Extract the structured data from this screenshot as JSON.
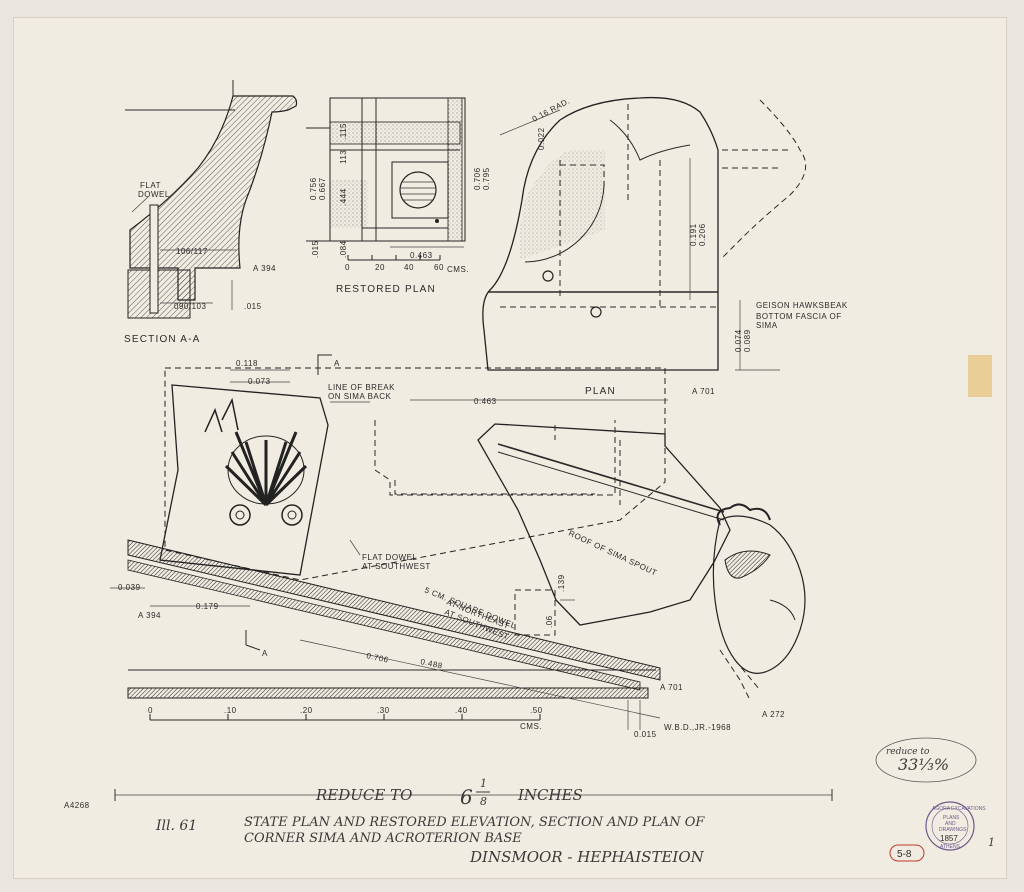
{
  "section": {
    "flat_dowel": [
      "FLAT",
      "DOWEL"
    ],
    "dim_106": "106/117",
    "dim_090": "090/103",
    "dim_015": ".015",
    "ref": "A 394",
    "title": "SECTION A-A"
  },
  "restored_plan": {
    "dims_left": [
      "0.756",
      "0.667",
      ".015"
    ],
    "dims_inner": [
      "113",
      ".115",
      ".444",
      ".084"
    ],
    "dims_right": [
      "0.706",
      "0.795"
    ],
    "dim_463": "0.463",
    "scale_ticks": [
      "0",
      "20",
      "40",
      "60"
    ],
    "scale_unit": "CMS.",
    "title": "RESTORED PLAN"
  },
  "plan": {
    "rad": "0.16 RAD.",
    "dim_021": "0.022",
    "dims_right": [
      "0.191",
      "0.206"
    ],
    "dims_low": [
      "0.074",
      "0.089"
    ],
    "geison": "GEISON HAWKSBEAK",
    "bottom": [
      "BOTTOM FASCIA OF",
      "SIMA"
    ],
    "title": "PLAN",
    "ref": "A 701"
  },
  "elevation": {
    "dim_118": "0.118",
    "dim_073": "0.073",
    "section_mark": "A",
    "break": [
      "LINE OF BREAK",
      "ON SIMA BACK"
    ],
    "dim_463": "0.463",
    "flat_dowel_sw": [
      "FLAT DOWEL",
      "AT SOUTHWEST"
    ],
    "roof_spout": "ROOF OF SIMA SPOUT",
    "sq_dowel": [
      "5 CM. SQUARE DOWEL",
      "AT NORTHEAST",
      "AT SOUTHWEST"
    ],
    "dim_039a": "0.039",
    "dim_179": "0.179",
    "ref_394": "A 394",
    "dim_139": ".139",
    "dim_06": ".06",
    "dim_706": "0.706",
    "dim_488": "0.488",
    "ref_701": "A 701",
    "ref_272": "A 272",
    "dim_015": "0.015",
    "scale_ticks": [
      "0",
      ".10",
      ".20",
      ".30",
      ".40",
      ".50"
    ],
    "scale_unit": "CMS.",
    "credit": "W.B.D.,JR.-1968"
  },
  "notes": {
    "reduce": "REDUCE TO",
    "reduce_value": "6",
    "reduce_num": "1",
    "reduce_den": "8",
    "reduce_unit": "INCHES",
    "ill_no": "Ill. 61",
    "caption1": "STATE PLAN AND RESTORED ELEVATION, SECTION AND PLAN OF",
    "caption2": "CORNER SIMA AND ACROTERION BASE",
    "author": "DINSMOOR - HEPHAISTEION",
    "sheet_id": "A4268",
    "reduce_note": "reduce to",
    "reduce_pct": "33⅓%",
    "red_code": "5-8",
    "stamp_lines": [
      "AGORA EXCAVATIONS",
      "PLANS",
      "AND",
      "DRAWINGS",
      "ATHENS"
    ],
    "stamp_year": "1857",
    "page_mark": "1"
  },
  "colors": {
    "paper": "#f1ece1",
    "ink": "#2a2a2a",
    "tape": "#e8c98a",
    "stamp": "#6b5a8c",
    "red_mark": "#c0392b"
  }
}
